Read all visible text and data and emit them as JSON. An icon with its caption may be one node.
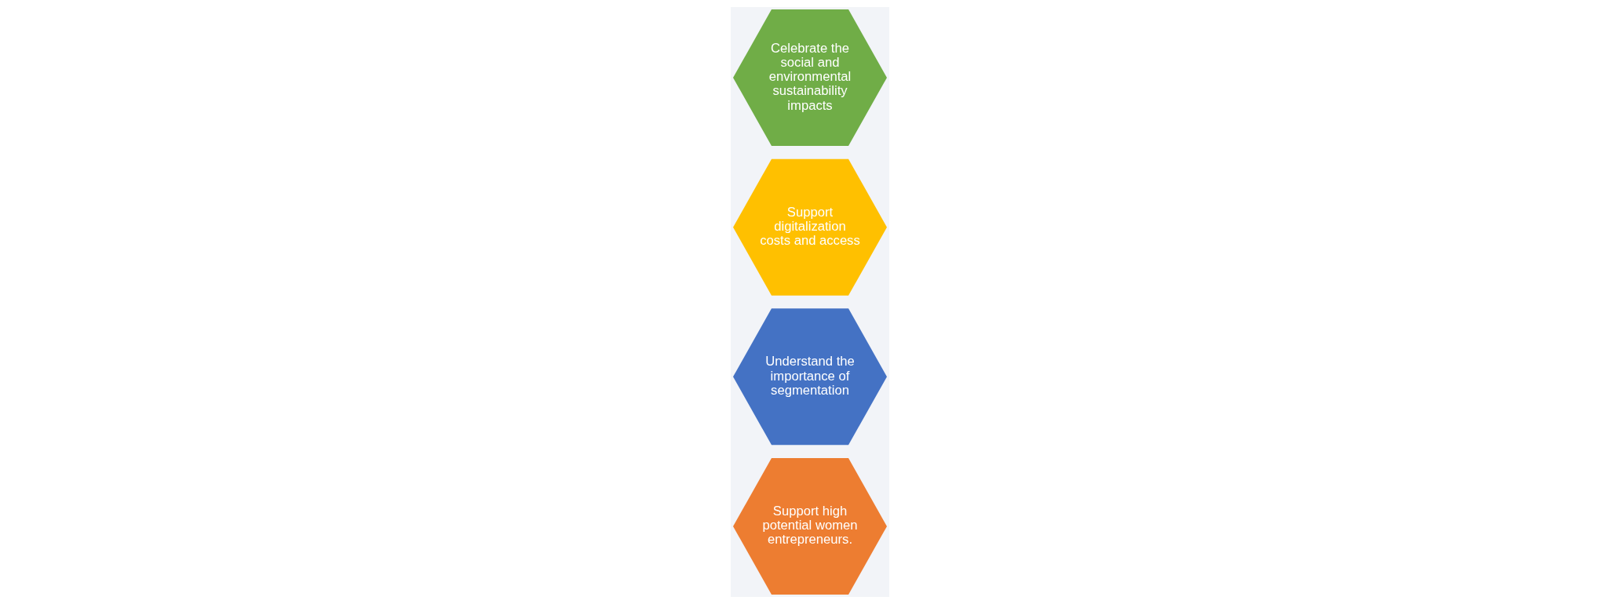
{
  "diagram": {
    "nodes": [
      {
        "text": [
          "Support high potential women entrepreneurs."
        ]
      },
      {
        "text": [
          "Understand the importance of segmentation"
        ]
      },
      {
        "text": [
          "Support digitalization costs and access"
        ]
      },
      {
        "text": [
          "Celebrate the social and environmental sustainability impacts"
        ]
      }
    ]
  }
}
